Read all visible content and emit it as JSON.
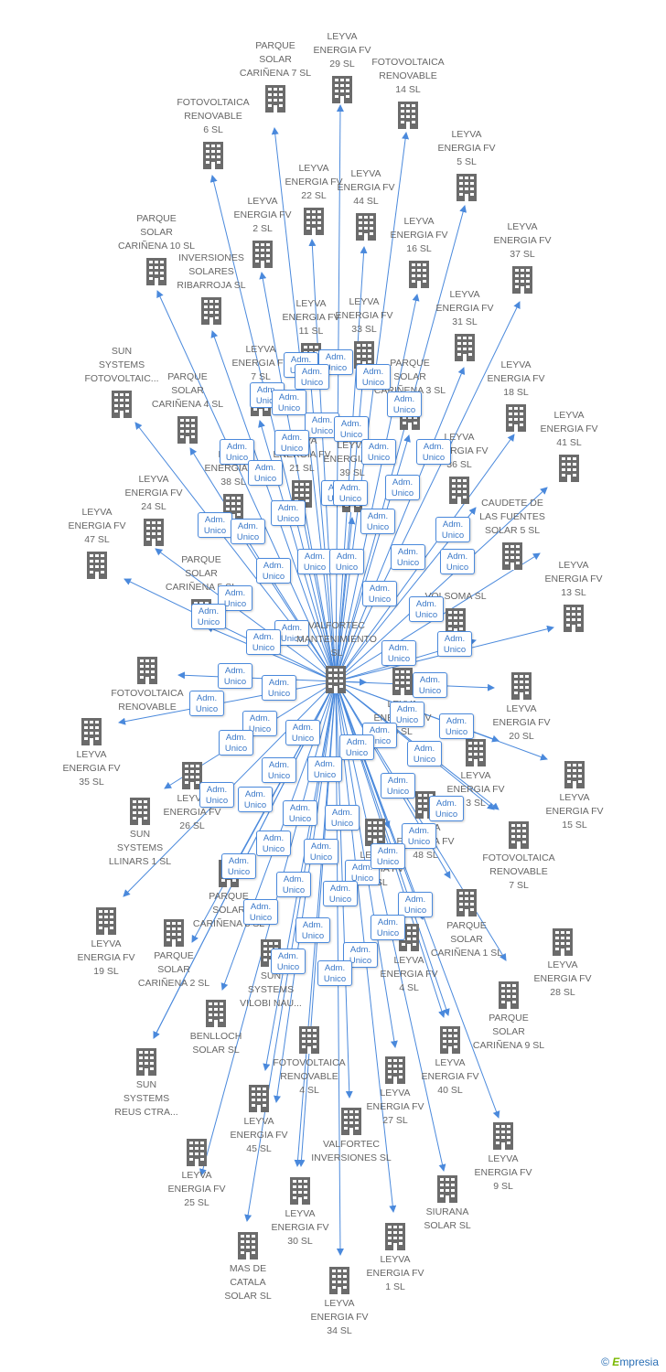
{
  "center": {
    "name": "VALFORTEC\nMANTENIMIENTO\nSL"
  },
  "badge_label": "Adm.\nUnico",
  "nodes": [
    "PARQUE\nSOLAR\nCARIÑENA 7 SL",
    "LEYVA\nENERGIA FV\n29 SL",
    "FOTOVOLTAICA\nRENOVABLE\n14 SL",
    "FOTOVOLTAICA\nRENOVABLE\n6 SL",
    "LEYVA\nENERGIA FV\n5 SL",
    "LEYVA\nENERGIA FV\n22 SL",
    "LEYVA\nENERGIA FV\n44 SL",
    "LEYVA\nENERGIA FV\n2 SL",
    "PARQUE\nSOLAR\nCARIÑENA 10 SL",
    "LEYVA\nENERGIA FV\n16 SL",
    "LEYVA\nENERGIA FV\n37 SL",
    "INVERSIONES\nSOLARES\nRIBARROJA SL",
    "LEYVA\nENERGIA FV\n11 SL",
    "LEYVA\nENERGIA FV\n33 SL",
    "LEYVA\nENERGIA FV\n31 SL",
    "SUN\nSYSTEMS\nFOTOVOLTAIC...",
    "LEYVA\nENERGIA FV\n7 SL",
    "PARQUE\nSOLAR\nCARIÑENA 3 SL",
    "LEYVA\nENERGIA FV\n18 SL",
    "PARQUE\nSOLAR\nCARIÑENA 4 SL",
    "LEYVA\nENERGIA FV\n41 SL",
    "LEYVA\nENERGIA FV\n38 SL",
    "LEYVA\nENERGIA FV\n21 SL",
    "LEYVA\nENERGIA FV\n39 SL",
    "LEYVA\nENERGIA FV\n24 SL",
    "LEYVA\nENERGIA FV\n36 SL",
    "LEYVA\nENERGIA FV\n47 SL",
    "PARQUE\nSOLAR\nCARIÑENA 5 SL",
    "CAUDETE DE\nLAS FUENTES\nSOLAR 5 SL",
    "LEYVA\nENERGIA FV\n13 SL",
    "VOLSOMA SL",
    "FOTOVOLTAICA\nRENOVABLE",
    "LEYVA\nENERGIA FV\n8 SL",
    "LEYVA\nENERGIA FV\n20 SL",
    "LEYVA\nENERGIA FV\n35 SL",
    "LEYVA\nENERGIA FV\n15 SL",
    "LEYVA\nENERGIA FV\n3 SL",
    "LEYVA\nENERGIA FV\n26 SL",
    "SUN\nSYSTEMS\nLLINARS 1 SL",
    "FOTOVOLTAICA\nRENOVABLE\n7 SL",
    "LEYVA\nENERGIA FV\n48 SL",
    "PARQUE\nSOLAR\nCARIÑENA 8 SL",
    "LEYVA\nENERGIA FV\n12 SL",
    "LEYVA\nENERGIA FV\n19 SL",
    "PARQUE\nSOLAR\nCARIÑENA 2 SL",
    "PARQUE\nSOLAR\nCARIÑENA 1 SL",
    "LEYVA\nENERGIA FV\n28 SL",
    "SUN\nSYSTEMS\nVILOBI NAU...",
    "LEYVA\nENERGIA FV\n4 SL",
    "BENLLOCH\nSOLAR SL",
    "PARQUE\nSOLAR\nCARIÑENA 9 SL",
    "SUN\nSYSTEMS\nREUS CTRA...",
    "FOTOVOLTAICA\nRENOVABLE\n4 SL",
    "LEYVA\nENERGIA FV\n40 SL",
    "LEYVA\nENERGIA FV\n45 SL",
    "LEYVA\nENERGIA FV\n27 SL",
    "VALFORTEC\nINVERSIONES SL",
    "LEYVA\nENERGIA FV\n25 SL",
    "LEYVA\nENERGIA FV\n9 SL",
    "LEYVA\nENERGIA FV\n30 SL",
    "SIURANA\nSOLAR SL",
    "MAS DE\nCATALA\nSOLAR SL",
    "LEYVA\nENERGIA FV\n1 SL",
    "LEYVA\nENERGIA FV\n34 SL"
  ],
  "footer": {
    "copyright": "©",
    "brand_initial": "E",
    "brand_rest": "mpresia"
  },
  "colors": {
    "edge": "#4a89dc",
    "building": "#6b6b6b",
    "label": "#666666",
    "badge_text": "#3a78c8"
  }
}
